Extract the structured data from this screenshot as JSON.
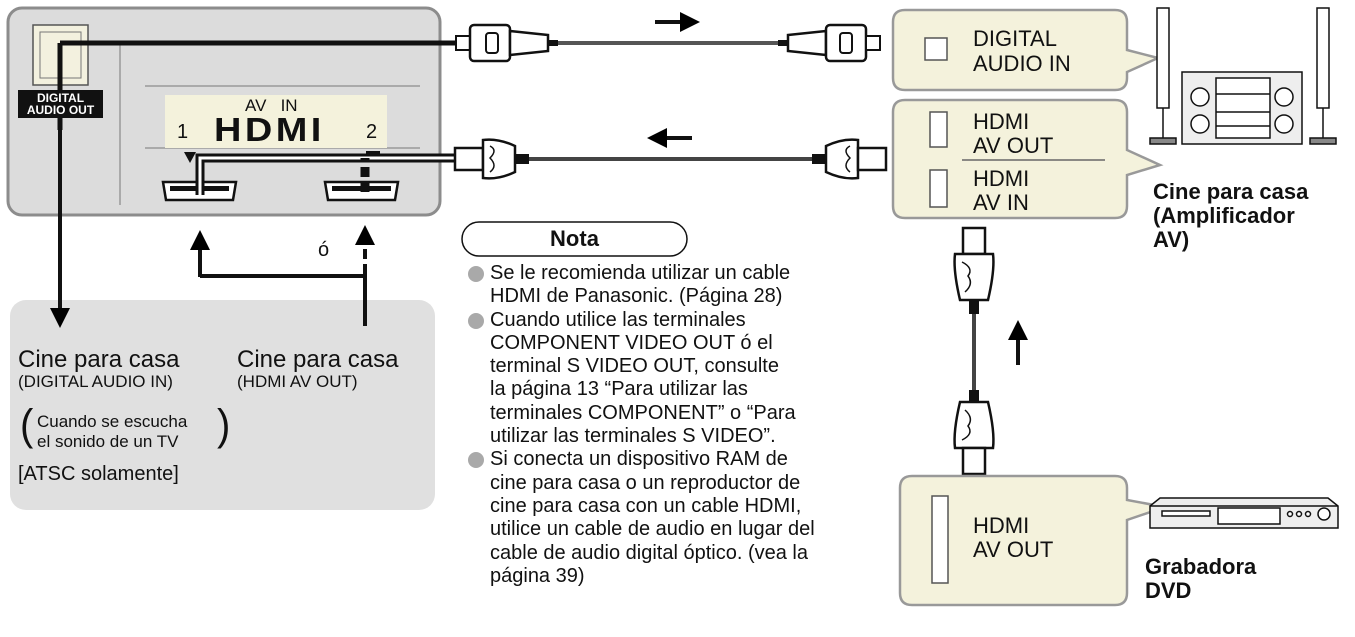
{
  "tv_panel": {
    "digital_audio_out_label": [
      "DIGITAL",
      "AUDIO OUT"
    ],
    "av_in_label": "AV   IN",
    "hdmi_logo": "HDMI",
    "port1_label": "1",
    "port2_label": "2",
    "or_label": "ó"
  },
  "bottom_left": {
    "dest1_title": "Cine para casa",
    "dest1_sub": "(DIGITAL AUDIO IN)",
    "dest1_note": [
      "Cuando se escucha",
      "el sonido de un TV"
    ],
    "atsc_note": "[ATSC solamente]",
    "dest2_title": "Cine para casa",
    "dest2_sub": "(HDMI AV OUT)"
  },
  "amp": {
    "digital_audio_in": [
      "DIGITAL",
      "AUDIO IN"
    ],
    "hdmi_av_out": [
      "HDMI",
      "AV OUT"
    ],
    "hdmi_av_in": [
      "HDMI",
      "AV IN"
    ],
    "caption": [
      "Cine para casa",
      "(Amplificador",
      "AV)"
    ]
  },
  "dvd": {
    "hdmi_av_out": [
      "HDMI",
      "AV OUT"
    ],
    "caption": [
      "Grabadora",
      "DVD"
    ]
  },
  "nota": {
    "title": "Nota",
    "items": [
      "Se le recomienda utilizar un cable\nHDMI de Panasonic. (Página 28)",
      "Cuando utilice las terminales\nCOMPONENT VIDEO OUT ó el\nterminal S VIDEO OUT, consulte\nla página 13 “Para utilizar las\nterminales COMPONENT” o “Para\nutilizar las terminales S VIDEO”.",
      "Si conecta un dispositivo RAM de\ncine para casa o un reproductor de\ncine para casa con un cable HDMI,\nutilice un cable de audio en lugar del\ncable de audio digital óptico. (vea la\npágina 39)"
    ]
  },
  "colors": {
    "panel_gray": "#dcdcdc",
    "panel_border": "#8c8c8c",
    "amp_bg": "#f4f2dc",
    "bottom_box": "#e0e0e0",
    "bullet": "#a9a9a9"
  }
}
